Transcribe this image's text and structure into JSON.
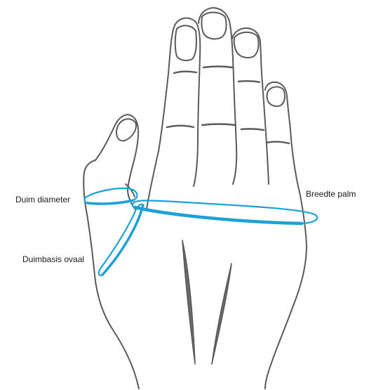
{
  "labels": {
    "thumb_diameter": "Duim diameter",
    "palm_width": "Breedte palm",
    "thumb_base_oval": "Duimbasis ovaal"
  },
  "colors": {
    "outline": "#5a5a5a",
    "measure": "#1ba1d8",
    "background": "#ffffff"
  }
}
